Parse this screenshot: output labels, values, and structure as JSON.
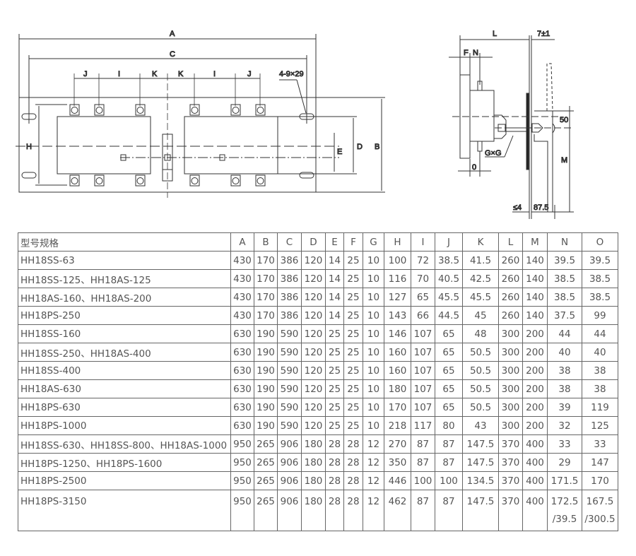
{
  "drawing": {
    "front_labels": {
      "A": "A",
      "C": "C",
      "J": "J",
      "I": "I",
      "K": "K",
      "H": "H",
      "E": "E",
      "D": "D",
      "B": "B",
      "slots": "4-9×29"
    },
    "side_labels": {
      "L": "L",
      "tol": "7±1",
      "F": "F",
      "N": "N",
      "GxG": "G×G",
      "O": "0",
      "dim50": "50",
      "M": "M",
      "le4": "≤4",
      "d875": "87.5"
    }
  },
  "table": {
    "headers": [
      "型号规格",
      "A",
      "B",
      "C",
      "D",
      "E",
      "F",
      "G",
      "H",
      "I",
      "J",
      "K",
      "L",
      "M",
      "N",
      "O"
    ],
    "rows": [
      [
        "HH18SS-63",
        "430",
        "170",
        "386",
        "120",
        "14",
        "25",
        "10",
        "100",
        "72",
        "38.5",
        "41.5",
        "260",
        "140",
        "39.5",
        "39.5"
      ],
      [
        "HH18SS-125、HH18AS-125",
        "430",
        "170",
        "386",
        "120",
        "14",
        "25",
        "10",
        "116",
        "70",
        "40.5",
        "42.5",
        "260",
        "140",
        "38.5",
        "38.5"
      ],
      [
        "HH18AS-160、HH18AS-200",
        "430",
        "170",
        "386",
        "120",
        "14",
        "25",
        "10",
        "127",
        "65",
        "45.5",
        "45.5",
        "260",
        "140",
        "38.5",
        "38.5"
      ],
      [
        "HH18PS-250",
        "430",
        "170",
        "386",
        "120",
        "14",
        "25",
        "10",
        "143",
        "66",
        "44.5",
        "45",
        "260",
        "140",
        "37.5",
        "99"
      ],
      [
        "HH18SS-160",
        "630",
        "190",
        "590",
        "120",
        "25",
        "25",
        "10",
        "146",
        "107",
        "65",
        "48",
        "300",
        "200",
        "44",
        "44"
      ],
      [
        "HH18SS-250、HH18AS-400",
        "630",
        "190",
        "590",
        "120",
        "25",
        "25",
        "10",
        "160",
        "107",
        "65",
        "50.5",
        "300",
        "200",
        "40",
        "40"
      ],
      [
        "HH18SS-400",
        "630",
        "190",
        "590",
        "120",
        "25",
        "25",
        "10",
        "160",
        "107",
        "65",
        "50.5",
        "300",
        "200",
        "38",
        "38"
      ],
      [
        "HH18AS-630",
        "630",
        "190",
        "590",
        "120",
        "25",
        "25",
        "10",
        "180",
        "107",
        "65",
        "50.5",
        "300",
        "200",
        "38",
        "38"
      ],
      [
        "HH18PS-630",
        "630",
        "190",
        "590",
        "120",
        "25",
        "25",
        "10",
        "170",
        "107",
        "65",
        "50.5",
        "300",
        "200",
        "39",
        "119"
      ],
      [
        "HH18PS-1000",
        "630",
        "190",
        "590",
        "120",
        "25",
        "25",
        "10",
        "218",
        "117",
        "80",
        "43",
        "300",
        "200",
        "32",
        "125"
      ],
      [
        "HH18SS-630、HH18SS-800、HH18AS-1000",
        "950",
        "265",
        "906",
        "180",
        "28",
        "28",
        "12",
        "270",
        "87",
        "87",
        "147.5",
        "370",
        "400",
        "33",
        "33"
      ],
      [
        "HH18PS-1250、HH18PS-1600",
        "950",
        "265",
        "906",
        "180",
        "28",
        "28",
        "12",
        "350",
        "87",
        "87",
        "147.5",
        "370",
        "400",
        "29",
        "147"
      ],
      [
        "HH18PS-2500",
        "950",
        "265",
        "906",
        "180",
        "28",
        "28",
        "12",
        "446",
        "100",
        "100",
        "134.5",
        "370",
        "400",
        "171.5",
        "170"
      ],
      [
        "HH18PS-3150",
        "950",
        "265",
        "906",
        "180",
        "28",
        "28",
        "12",
        "462",
        "87",
        "87",
        "147.5",
        "370",
        "400",
        "172.5 /39.5",
        "167.5 /300.5"
      ]
    ]
  }
}
